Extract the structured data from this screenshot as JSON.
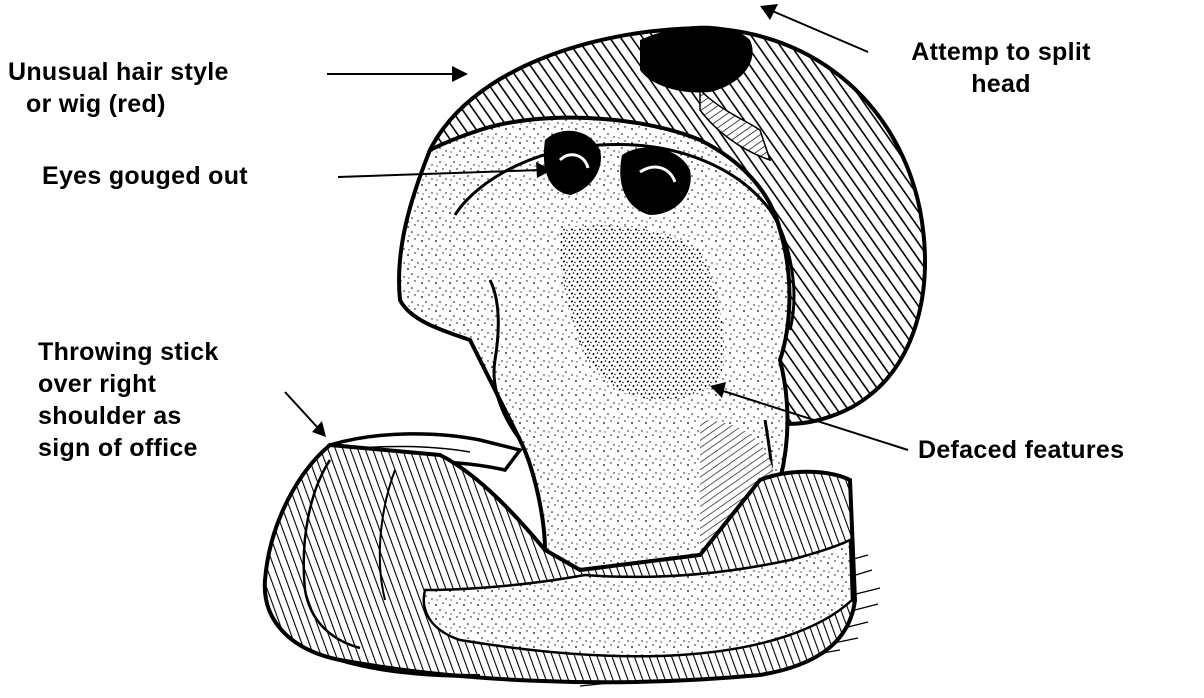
{
  "colors": {
    "ink": "#000000",
    "paper": "#ffffff"
  },
  "labels": {
    "hair": {
      "line1": "Unusual hair style",
      "line2": "or wig (red)"
    },
    "split": {
      "line1": "Attemp to split",
      "line2": "head"
    },
    "eyes": {
      "line1": "Eyes gouged out"
    },
    "stick": {
      "line1": "Throwing stick",
      "line2": "over right",
      "line3": "shoulder as",
      "line4": "sign of office"
    },
    "defaced": {
      "line1": "Defaced features"
    }
  },
  "illustration": {
    "icon": "defaced-statue-head-illustration"
  }
}
